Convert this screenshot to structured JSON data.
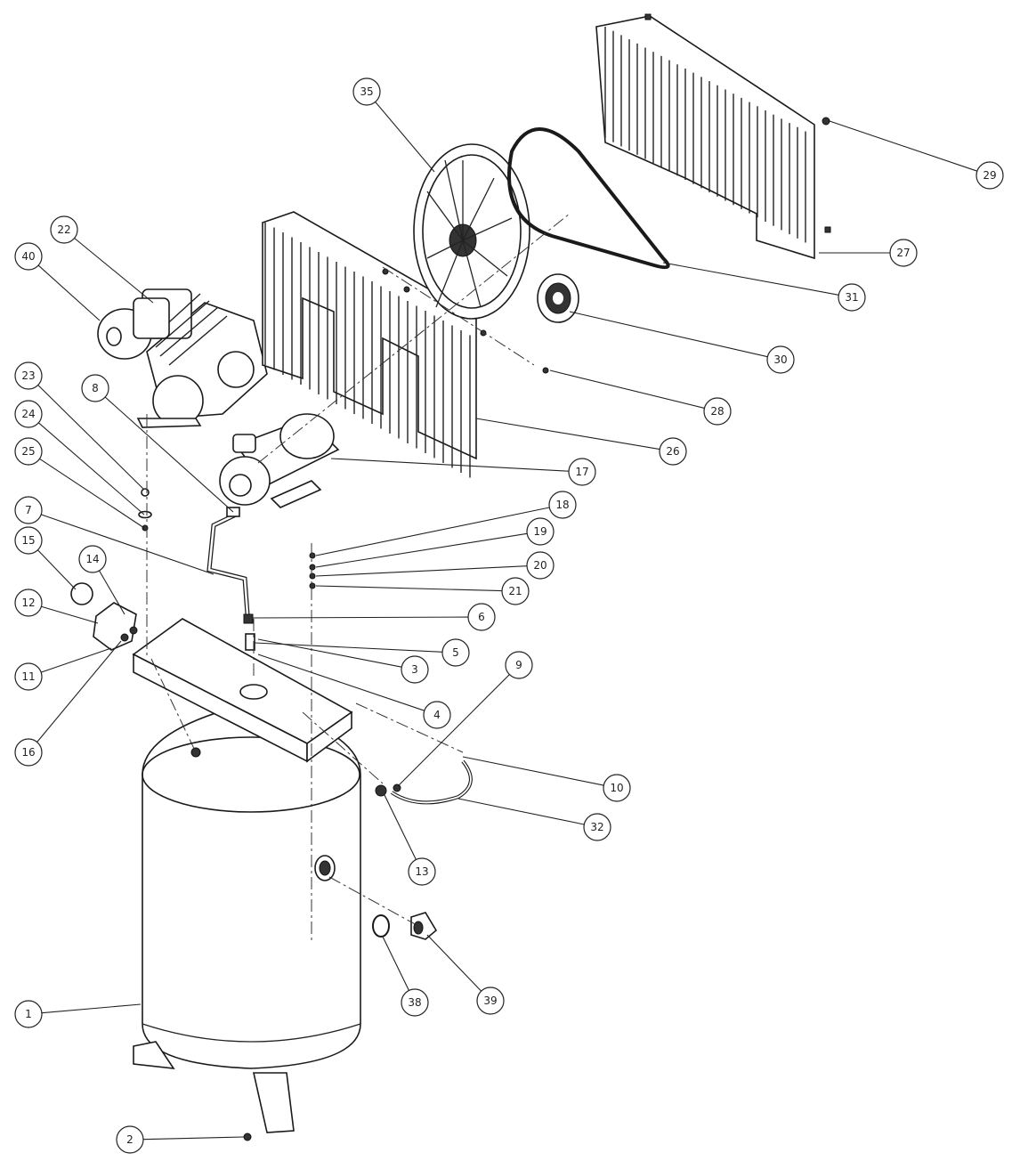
{
  "callouts": [
    {
      "label": "1"
    },
    {
      "label": "2"
    },
    {
      "label": "3"
    },
    {
      "label": "4"
    },
    {
      "label": "5"
    },
    {
      "label": "6"
    },
    {
      "label": "7"
    },
    {
      "label": "8"
    },
    {
      "label": "9"
    },
    {
      "label": "10"
    },
    {
      "label": "11"
    },
    {
      "label": "12"
    },
    {
      "label": "13"
    },
    {
      "label": "14"
    },
    {
      "label": "15"
    },
    {
      "label": "16"
    },
    {
      "label": "17"
    },
    {
      "label": "18"
    },
    {
      "label": "19"
    },
    {
      "label": "20"
    },
    {
      "label": "21"
    },
    {
      "label": "22"
    },
    {
      "label": "23"
    },
    {
      "label": "24"
    },
    {
      "label": "25"
    },
    {
      "label": "26"
    },
    {
      "label": "27"
    },
    {
      "label": "28"
    },
    {
      "label": "29"
    },
    {
      "label": "30"
    },
    {
      "label": "31"
    },
    {
      "label": "32"
    },
    {
      "label": "35"
    },
    {
      "label": "38"
    },
    {
      "label": "39"
    },
    {
      "label": "40"
    }
  ]
}
